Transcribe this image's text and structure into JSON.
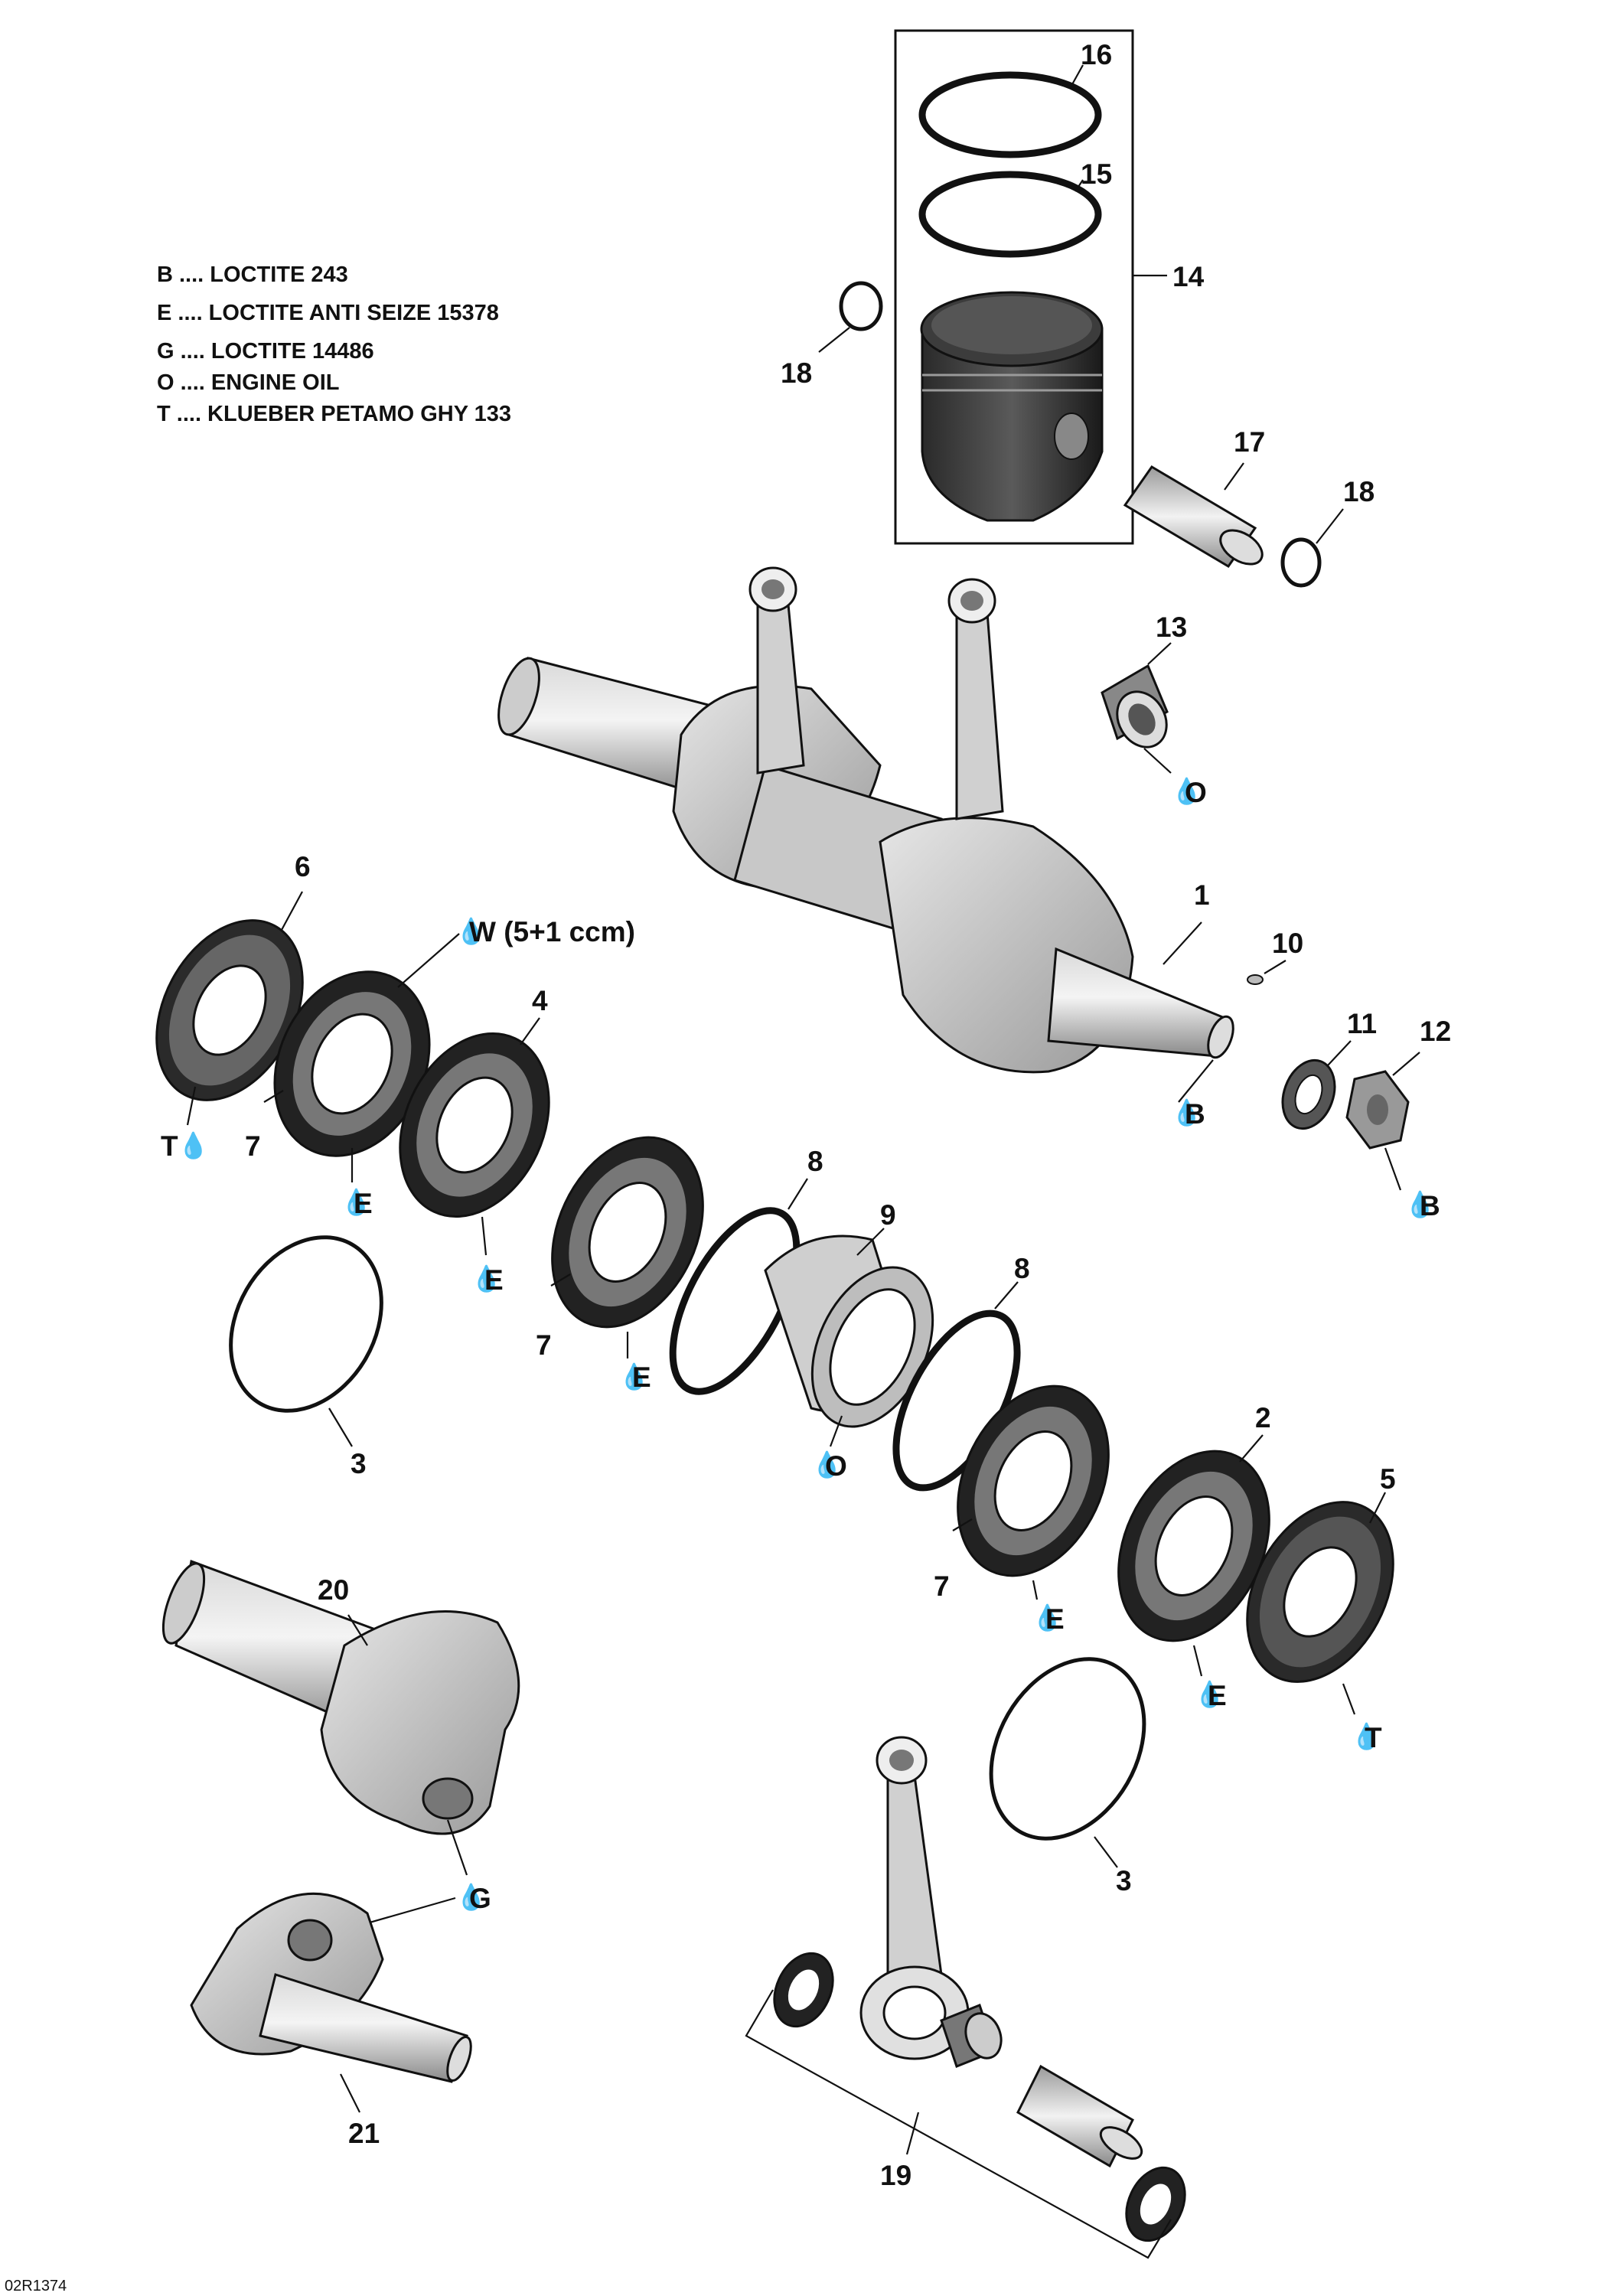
{
  "legend": [
    {
      "code": "B",
      "text": "B .... LOCTITE 243"
    },
    {
      "code": "E",
      "text": "E .... LOCTITE ANTI SEIZE 15378"
    },
    {
      "code": "G",
      "text": "G .... LOCTITE 14486"
    },
    {
      "code": "O",
      "text": "O .... ENGINE OIL"
    },
    {
      "code": "T",
      "text": "T .... KLUEBER PETAMO GHY 133"
    }
  ],
  "callouts": {
    "n1": "1",
    "n2": "2",
    "n3a": "3",
    "n3b": "3",
    "n4": "4",
    "n5": "5",
    "n6": "6",
    "n7a": "7",
    "n7b": "7",
    "n7c": "7",
    "n8a": "8",
    "n8b": "8",
    "n9": "9",
    "n10": "10",
    "n11": "11",
    "n12": "12",
    "n13": "13",
    "n14": "14",
    "n15": "15",
    "n16": "16",
    "n17": "17",
    "n18a": "18",
    "n18b": "18",
    "n19": "19",
    "n20": "20",
    "n21": "21"
  },
  "lubricants": {
    "o_13": "O",
    "b_1": "B",
    "b_12": "B",
    "w_7": "W (5+1 ccm)",
    "t_6": "T",
    "e_7a": "E",
    "e_4": "E",
    "e_7b": "E",
    "o_9": "O",
    "e_7c": "E",
    "e_2": "E",
    "t_5": "T",
    "g_20": "G"
  },
  "reference": "02R1374"
}
